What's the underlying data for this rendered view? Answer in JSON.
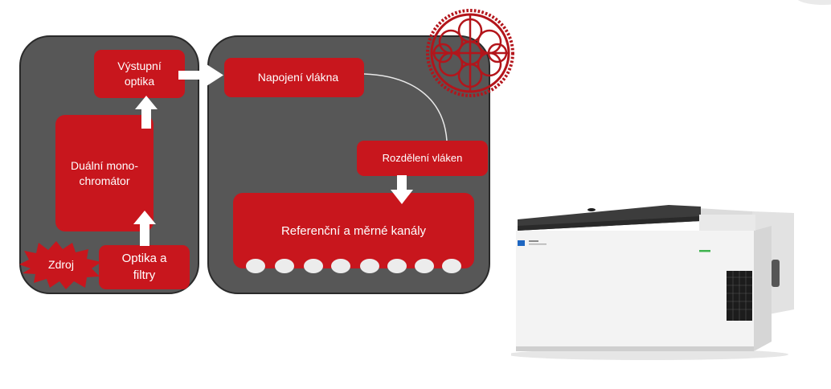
{
  "diagram": {
    "boxes": {
      "output_optics": "Výstupní\noptika",
      "dual_monochromator": "Duální mono-\nchromátor",
      "optics_filters": "Optika a\nfiltry",
      "source": "Zdroj",
      "fiber_connection": "Napojení vlákna",
      "fiber_split": "Rozdělení vláken",
      "ref_channels": "Referenční a měrné kanály"
    }
  },
  "colors": {
    "panel": "#575757",
    "box": "#c8161d",
    "arrow": "#ffffff",
    "logo_red": "#b3151b",
    "instrument_body": "#f1f1f1",
    "instrument_lid": "#3c3c3c"
  },
  "icons": {
    "fiber_bundle": "fiber-bundle-icon",
    "instrument": "spectrophotometer-image"
  },
  "counts": {
    "channel_dots": 8
  }
}
